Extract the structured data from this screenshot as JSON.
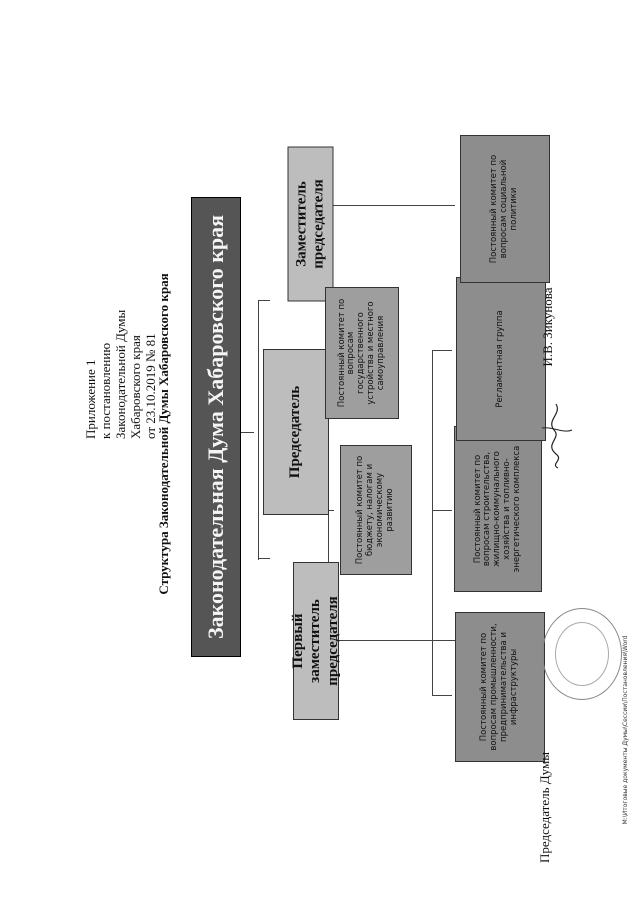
{
  "appendix": {
    "line1": "Приложение 1",
    "line2": "к постановлению",
    "line3": "Законодательной Думы",
    "line4": "Хабаровского края",
    "line5": "от 23.10.2019 № 81"
  },
  "title": "Структура Законодательной Думы Хабаровского края",
  "nodes": {
    "duma": "Законодательная Дума Хабаровского края",
    "chairman": "Председатель",
    "first_deputy": "Первый заместитель председателя",
    "deputy": "Заместитель председателя",
    "committee_budget": "Постоянный комитет по бюджету, налогам и экономическому развитию",
    "committee_state": "Постоянный комитет по вопросам государственного устройства и местного самоуправления",
    "committee_industry": "Постоянный комитет по вопросам промышленности, предпринимательства и инфраструктуры",
    "committee_construction": "Постоянный комитет по вопросам строительства, жилищно-коммунального хозяйства и топливно-энергетического комплекса",
    "reglament": "Регламентная группа",
    "committee_social": "Постоянный комитет по вопросам социальной политики"
  },
  "signature": {
    "position": "Председатель Думы",
    "name": "И.В. Зикунова"
  },
  "footer_path": "M:\\Итоговые документы Думы\\Сессии\\Постановления\\Word"
}
